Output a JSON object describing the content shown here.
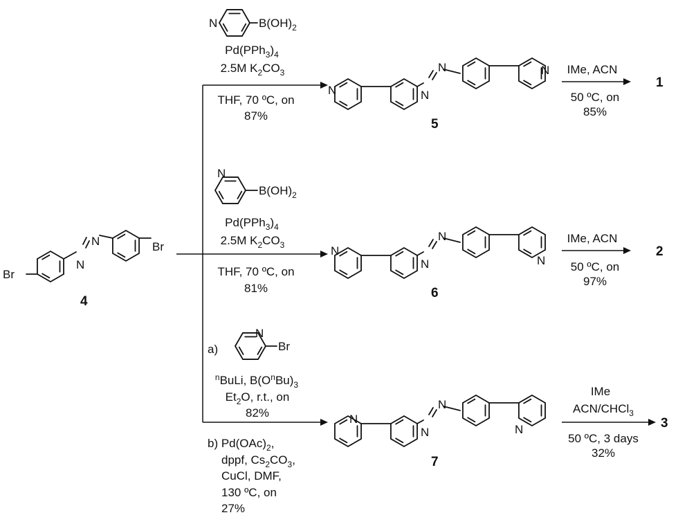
{
  "atoms": {
    "N": "N",
    "Br": "Br",
    "boronic_acid": "B(OH)",
    "boronic_sub": "2"
  },
  "compounds": {
    "start": "4",
    "para_intermediate": "5",
    "meta_intermediate": "6",
    "ortho_intermediate": "7",
    "para_product": "1",
    "meta_product": "2",
    "ortho_product": "3"
  },
  "route_para": {
    "catalyst": "Pd(PPh",
    "catalyst_sub": "3",
    "catalyst_end": ")",
    "catalyst_sub2": "4",
    "base": "2.5M K",
    "base_sub": "2",
    "base_end": "CO",
    "base_sub2": "3",
    "conditions": "THF, 70 ºC, on",
    "yield": "87%",
    "methylation_reagents": "IMe, ACN",
    "methylation_conditions": "50 ºC, on",
    "methylation_yield": "85%"
  },
  "route_meta": {
    "catalyst": "Pd(PPh",
    "catalyst_sub": "3",
    "catalyst_end": ")",
    "catalyst_sub2": "4",
    "base": "2.5M K",
    "base_sub": "2",
    "base_end": "CO",
    "base_sub2": "3",
    "conditions": "THF, 70 ºC, on",
    "yield": "81%",
    "methylation_reagents": "IMe, ACN",
    "methylation_conditions": "50 ºC, on",
    "methylation_yield": "97%"
  },
  "route_ortho": {
    "step_a_label": "a)",
    "step_a_sup": "n",
    "step_a_reagent_1": "BuLi, B(O",
    "step_a_sup2": "n",
    "step_a_reagent_2": "Bu)",
    "step_a_sub": "3",
    "step_a_solvent": "Et",
    "step_a_solvent_sub": "2",
    "step_a_solvent_end": "O, r.t., on",
    "step_a_yield": "82%",
    "step_b_label": "b) Pd(OAc)",
    "step_b_sub": "2",
    "step_b_comma": ",",
    "step_b_line2": "dppf, Cs",
    "step_b_line2_sub": "2",
    "step_b_line2_end": "CO",
    "step_b_line2_sub2": "3",
    "step_b_line2_comma": ",",
    "step_b_line3": "CuCl, DMF,",
    "step_b_line4": "130 ºC, on",
    "step_b_yield": "27%",
    "methylation_reagent": "IMe",
    "methylation_solvent": "ACN/CHCl",
    "methylation_solvent_sub": "3",
    "methylation_conditions": "50 ºC, 3 days",
    "methylation_yield": "32%"
  }
}
